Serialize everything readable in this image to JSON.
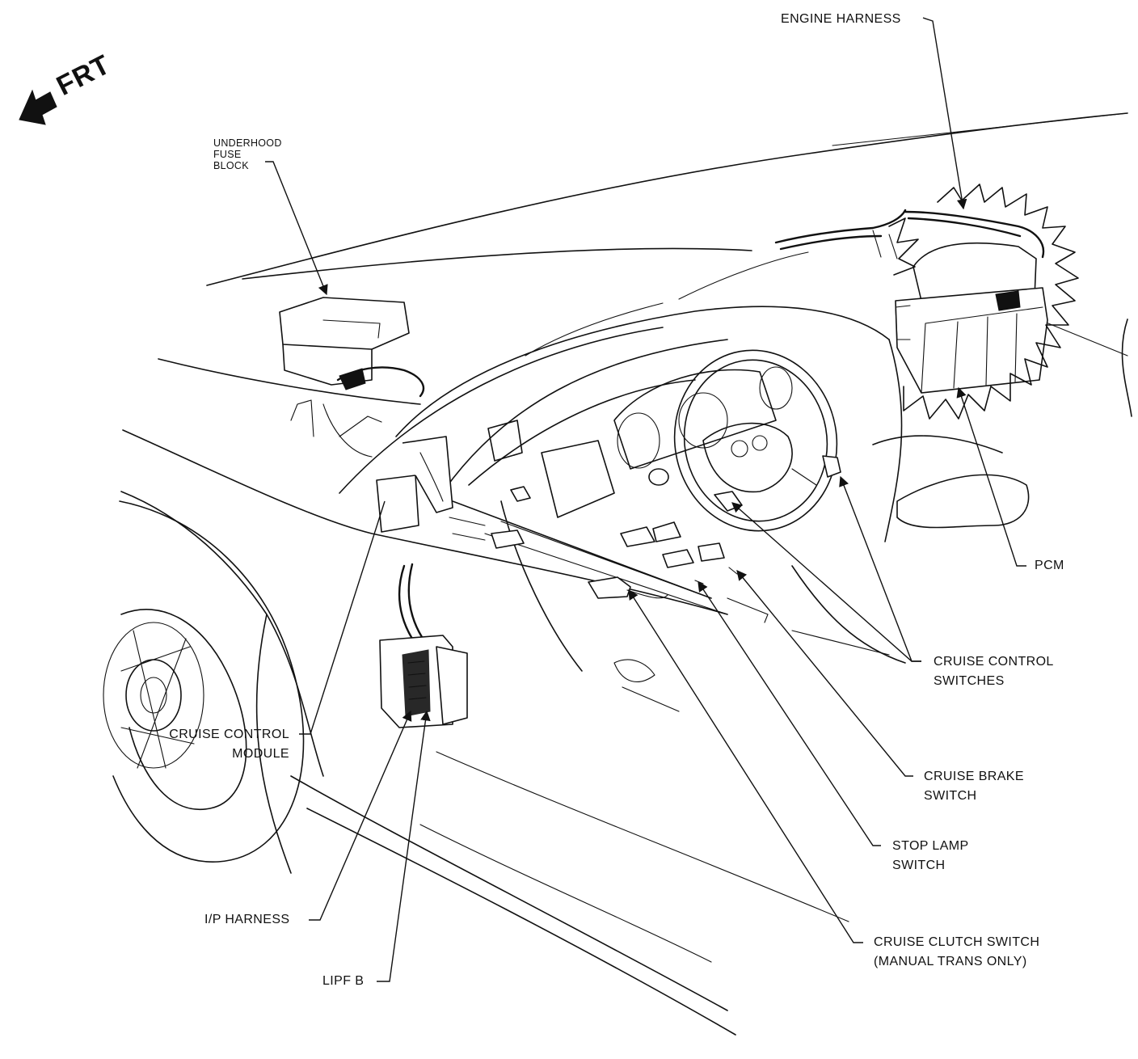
{
  "orientation": {
    "text": "FRT"
  },
  "labels": {
    "engine_harness": "ENGINE HARNESS",
    "underhood_fuse_block": [
      "UNDERHOOD",
      "FUSE",
      "BLOCK"
    ],
    "pcm": "PCM",
    "cruise_control_switches": [
      "CRUISE CONTROL",
      "SWITCHES"
    ],
    "cruise_brake_switch": [
      "CRUISE BRAKE",
      "SWITCH"
    ],
    "stop_lamp_switch": [
      "STOP LAMP",
      "SWITCH"
    ],
    "cruise_clutch_switch": [
      "CRUISE CLUTCH SWITCH",
      "(MANUAL TRANS ONLY)"
    ],
    "cruise_control_module": [
      "CRUISE CONTROL",
      "MODULE"
    ],
    "ip_harness": "I/P HARNESS",
    "lipf_b": "LIPF B"
  }
}
